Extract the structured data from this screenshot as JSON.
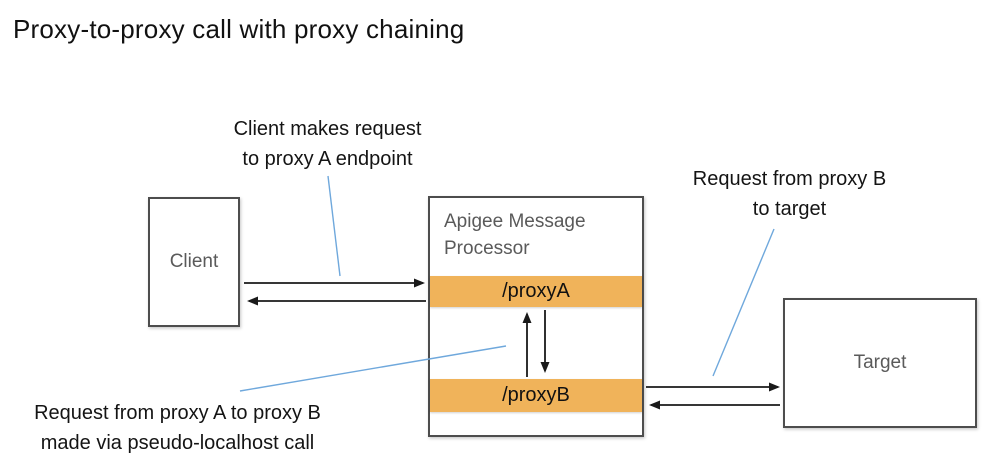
{
  "title": "Proxy-to-proxy call with proxy chaining",
  "annotations": {
    "client_request": {
      "line1": "Client makes request",
      "line2": "to proxy A endpoint"
    },
    "proxy_b_to_target": {
      "line1": "Request from proxy B",
      "line2": "to target"
    },
    "proxy_a_to_proxy_b": {
      "line1": "Request from proxy A to proxy B",
      "line2": "made via pseudo-localhost call"
    }
  },
  "boxes": {
    "client": {
      "label": "Client"
    },
    "processor": {
      "label": "Apigee Message Processor",
      "bars": [
        {
          "label": "/proxyA"
        },
        {
          "label": "/proxyB"
        }
      ]
    },
    "target": {
      "label": "Target"
    }
  },
  "colors": {
    "bar_orange": "#F0B35A",
    "box_border_gray": "#4D4D4D",
    "box_label_gray": "#5A5A5A",
    "leader_line_blue": "#6FA8DC",
    "arrow_black": "#1A1A1A"
  }
}
